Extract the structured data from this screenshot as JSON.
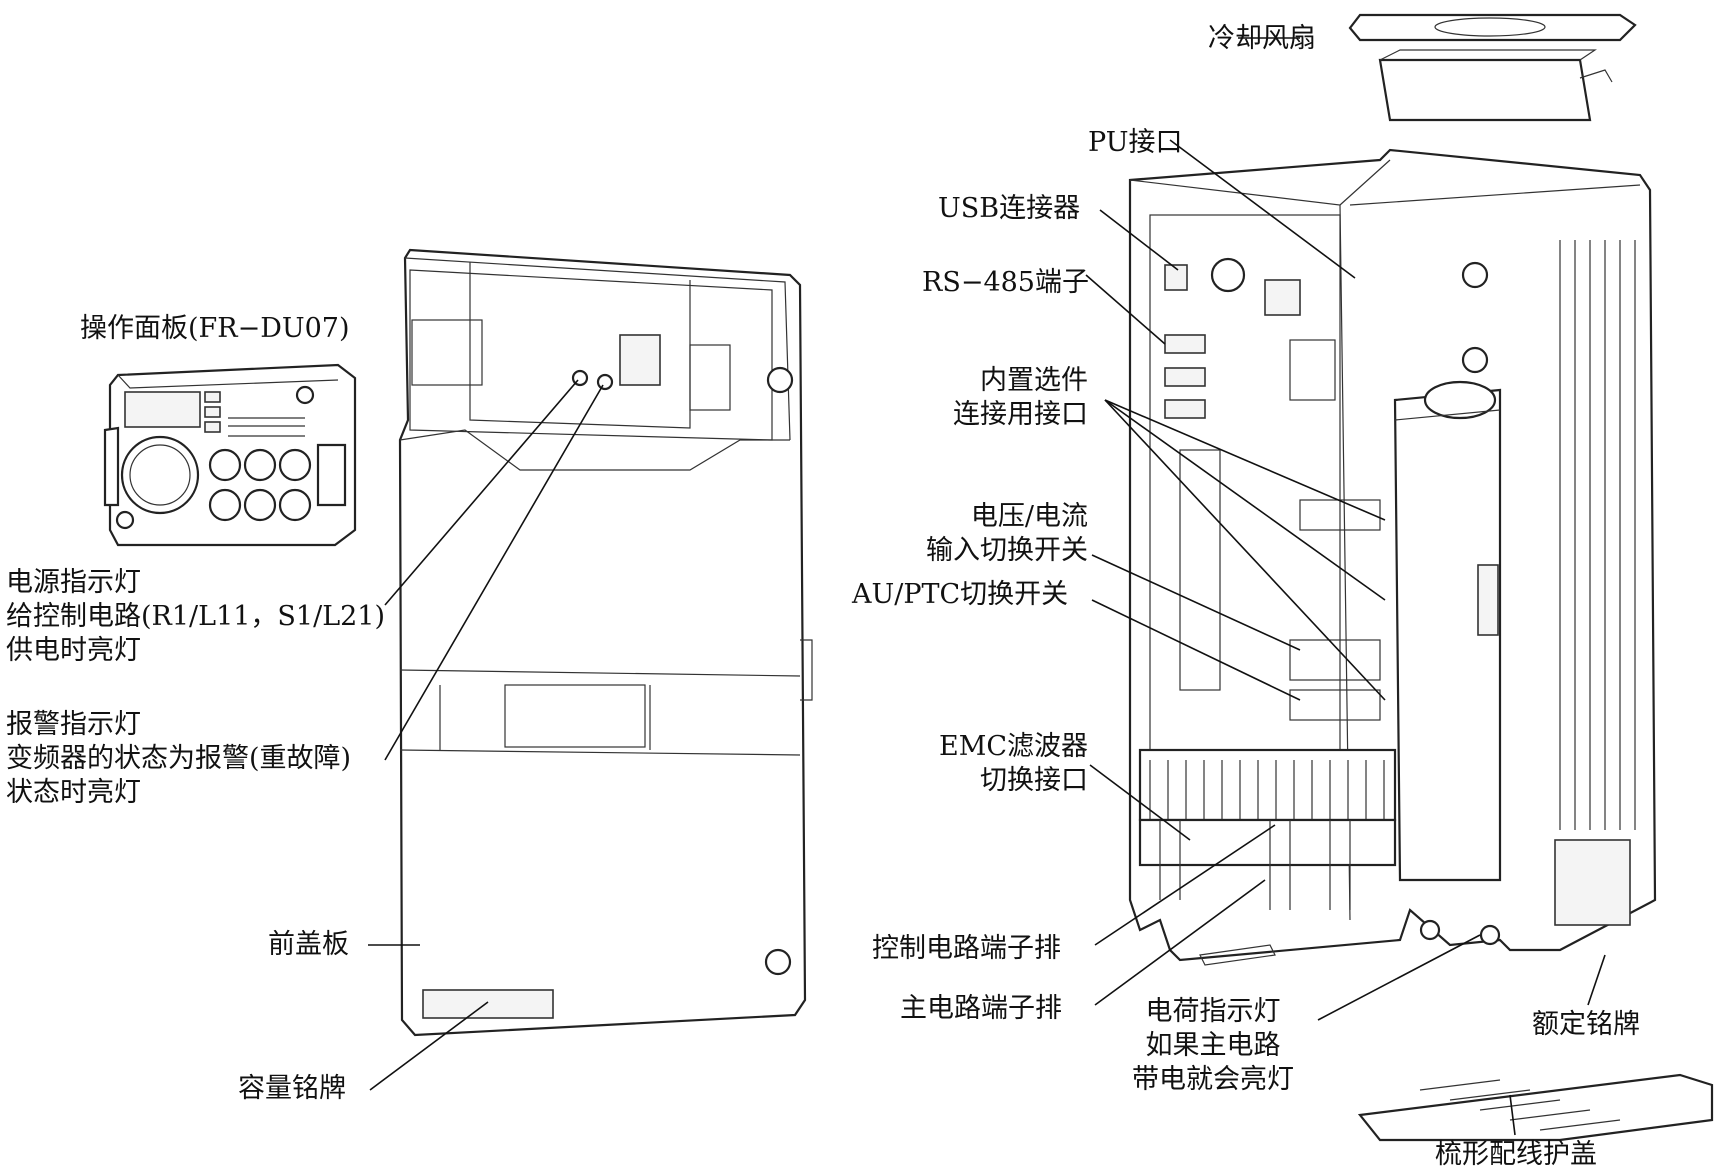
{
  "labels": {
    "cooling_fan": "冷却风扇",
    "pu_port": "PU接口",
    "usb_connector": "USB连接器",
    "rs485_terminal": "RS−485端子",
    "option_connector": [
      "内置选件",
      "连接用接口"
    ],
    "voltage_current_switch": [
      "电压/电流",
      "输入切换开关"
    ],
    "au_ptc_switch": "AU/PTC切换开关",
    "emc_filter": [
      "EMC滤波器",
      "切换接口"
    ],
    "control_terminal_block": "控制电路端子排",
    "main_terminal_block": "主电路端子排",
    "charge_lamp": [
      "电荷指示灯",
      "如果主电路",
      "带电就会亮灯"
    ],
    "rating_plate": "额定铭牌",
    "comb_cover": "梳形配线护盖",
    "operation_panel": "操作面板(FR−DU07)",
    "power_lamp": [
      "电源指示灯",
      "给控制电路(R1/L11，S1/L21)",
      "供电时亮灯"
    ],
    "alarm_lamp": [
      "报警指示灯",
      "变频器的状态为报警(重故障)",
      "状态时亮灯"
    ],
    "front_cover": "前盖板",
    "capacity_plate": "容量铭牌"
  }
}
